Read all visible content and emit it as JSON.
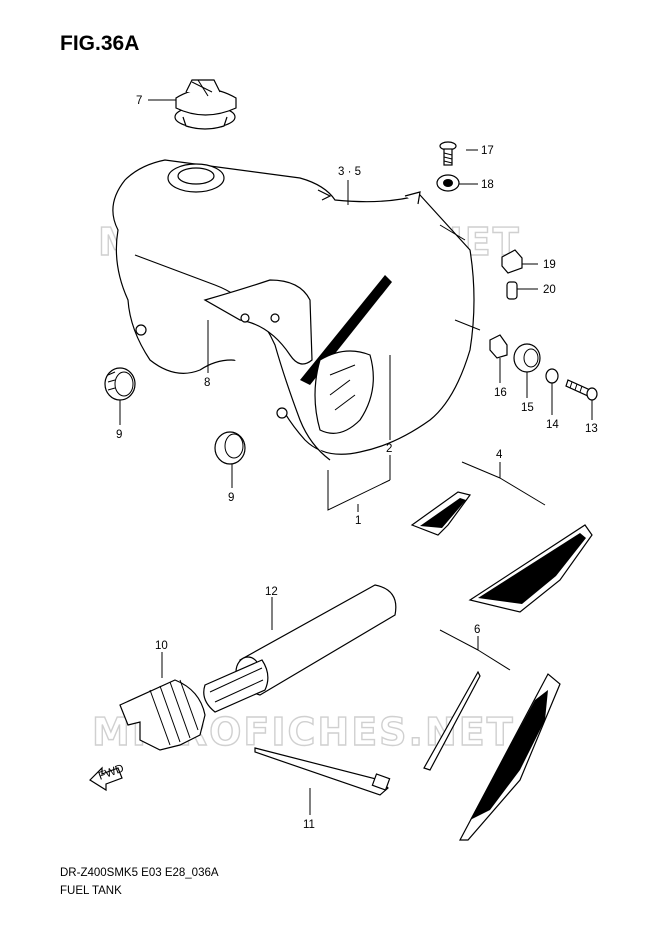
{
  "figure": {
    "title": "FIG.36A"
  },
  "footer": {
    "code": "DR-Z400SMK5 E03 E28_036A",
    "name": "FUEL TANK"
  },
  "watermark": {
    "text": "MICROFICHES.NET"
  },
  "direction_badge": {
    "text": "FWD"
  },
  "callouts": [
    {
      "id": "c7",
      "label": "7"
    },
    {
      "id": "c35",
      "label": "3 · 5"
    },
    {
      "id": "c17",
      "label": "17"
    },
    {
      "id": "c18",
      "label": "18"
    },
    {
      "id": "c19",
      "label": "19"
    },
    {
      "id": "c20",
      "label": "20"
    },
    {
      "id": "c8",
      "label": "8"
    },
    {
      "id": "c9a",
      "label": "9"
    },
    {
      "id": "c16",
      "label": "16"
    },
    {
      "id": "c15",
      "label": "15"
    },
    {
      "id": "c14",
      "label": "14"
    },
    {
      "id": "c13",
      "label": "13"
    },
    {
      "id": "c2",
      "label": "2"
    },
    {
      "id": "c9b",
      "label": "9"
    },
    {
      "id": "c1",
      "label": "1"
    },
    {
      "id": "c4",
      "label": "4"
    },
    {
      "id": "c12",
      "label": "12"
    },
    {
      "id": "c10",
      "label": "10"
    },
    {
      "id": "c6",
      "label": "6"
    },
    {
      "id": "c11",
      "label": "11"
    }
  ]
}
